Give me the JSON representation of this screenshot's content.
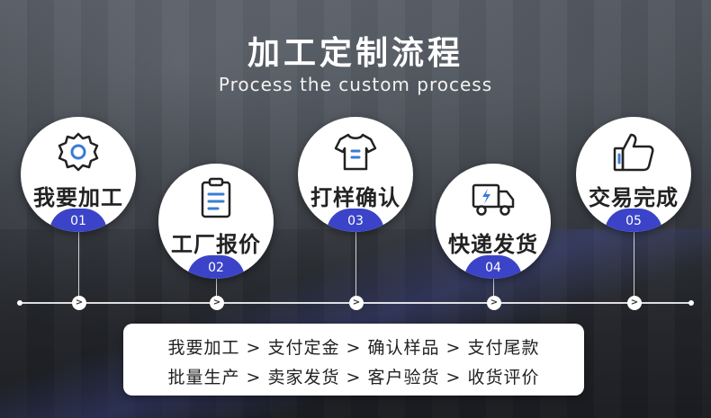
{
  "header": {
    "title": "加工定制流程",
    "subtitle": "Process the custom process"
  },
  "steps": [
    {
      "label": "我要加工",
      "number": "01",
      "icon": "gear-icon"
    },
    {
      "label": "工厂报价",
      "number": "02",
      "icon": "clipboard-icon"
    },
    {
      "label": "打样确认",
      "number": "03",
      "icon": "tshirt-icon"
    },
    {
      "label": "快递发货",
      "number": "04",
      "icon": "truck-icon"
    },
    {
      "label": "交易完成",
      "number": "05",
      "icon": "thumbs-up-icon"
    }
  ],
  "timeline": {
    "marker": ">"
  },
  "summary": {
    "row1": "我要加工 > 支付定金 > 确认样品 > 支付尾款",
    "row2": "批量生产 > 卖家发货 > 客户验货 > 收货评价"
  },
  "colors": {
    "accent": "#3b44c8",
    "icon_accent": "#3a7bd5"
  }
}
